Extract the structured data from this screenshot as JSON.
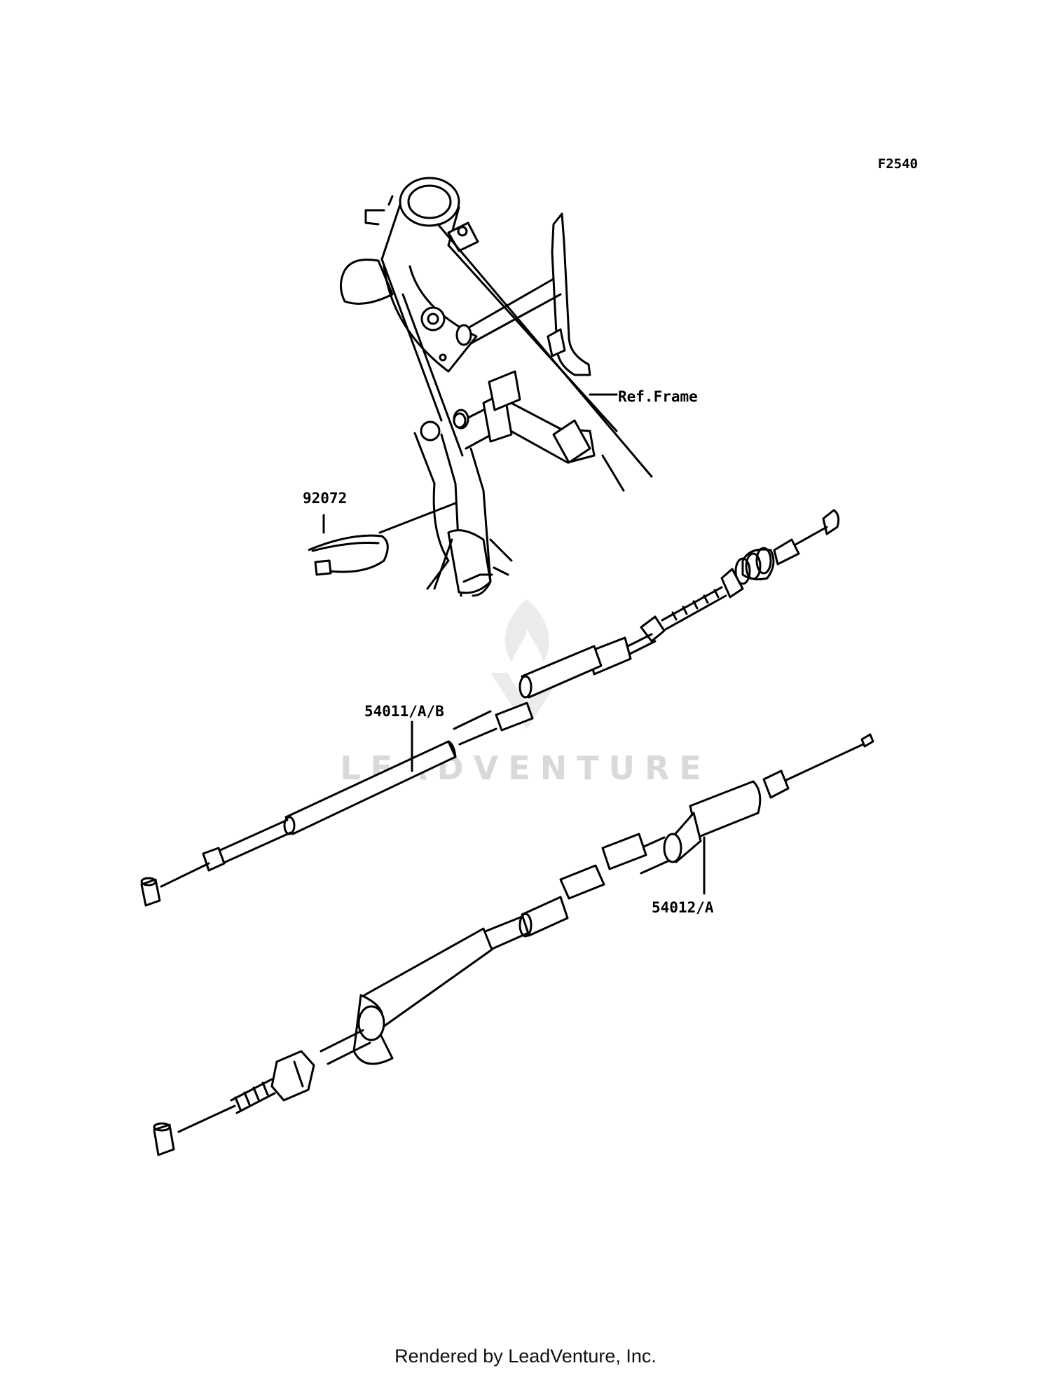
{
  "diagram": {
    "figure_code": "F2540",
    "labels": {
      "frame": "Ref.Frame",
      "band": "92072",
      "cable_upper": "54011/A/B",
      "cable_lower": "54012/A"
    },
    "watermark": "LEADVENTURE",
    "footer": "Rendered by LeadVenture, Inc."
  },
  "colors": {
    "line": "#000000",
    "watermark": "#d9d9d9",
    "background": "#ffffff"
  }
}
